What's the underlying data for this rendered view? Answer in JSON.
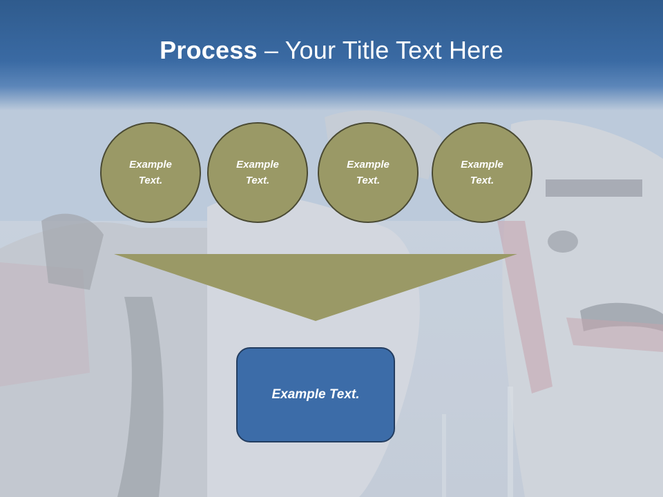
{
  "slide": {
    "title_bold": "Process",
    "title_rest": " – Your Title Text Here",
    "circles": [
      {
        "line1": "Example",
        "line2": "Text."
      },
      {
        "line1": "Example",
        "line2": "Text."
      },
      {
        "line1": "Example",
        "line2": "Text."
      },
      {
        "line1": "Example",
        "line2": "Text."
      }
    ],
    "result_text": "Example Text."
  },
  "colors": {
    "title_band": "#3a6aa3",
    "circle_fill": "#9a9966",
    "circle_border": "#4a4a33",
    "funnel_fill": "#9a9966",
    "result_fill": "#3c6ca8",
    "result_border": "#233d60"
  }
}
